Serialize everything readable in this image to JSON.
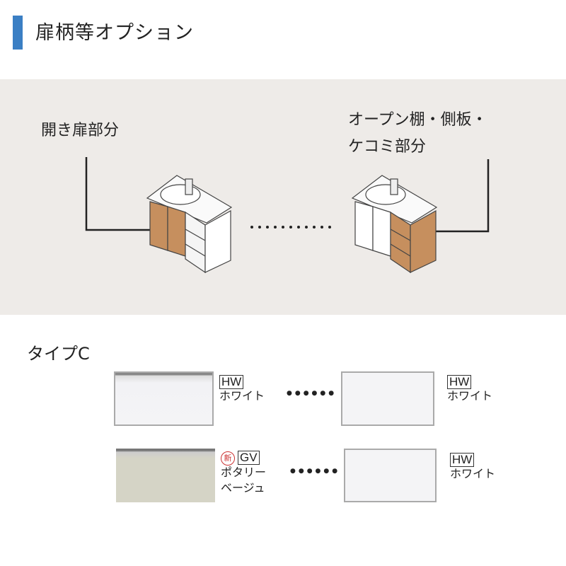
{
  "header": {
    "title": "扉柄等オプション"
  },
  "diagram": {
    "left_label": "開き扉部分",
    "right_label_line1": "オープン棚・側板・",
    "right_label_line2": "ケコミ部分",
    "dots": "●●●●●●●●●●●"
  },
  "type_label": "タイプC",
  "rows": [
    {
      "left": {
        "new": false,
        "code": "HW",
        "name": [
          "ホワイト"
        ],
        "color": "#f4f4f6"
      },
      "dots": "●●●●●●",
      "right": {
        "code": "HW",
        "name": [
          "ホワイト"
        ],
        "color": "#f4f4f6"
      }
    },
    {
      "left": {
        "new": true,
        "new_mark": "新",
        "code": "GV",
        "name": [
          "ポタリー",
          "ベージュ"
        ],
        "color": "#d5d4c6"
      },
      "dots": "●●●●●●",
      "right": {
        "code": "HW",
        "name": [
          "ホワイト"
        ],
        "color": "#f4f4f6"
      }
    }
  ],
  "colors": {
    "accent": "#3b7fc4",
    "wood": "#c68f5e"
  }
}
